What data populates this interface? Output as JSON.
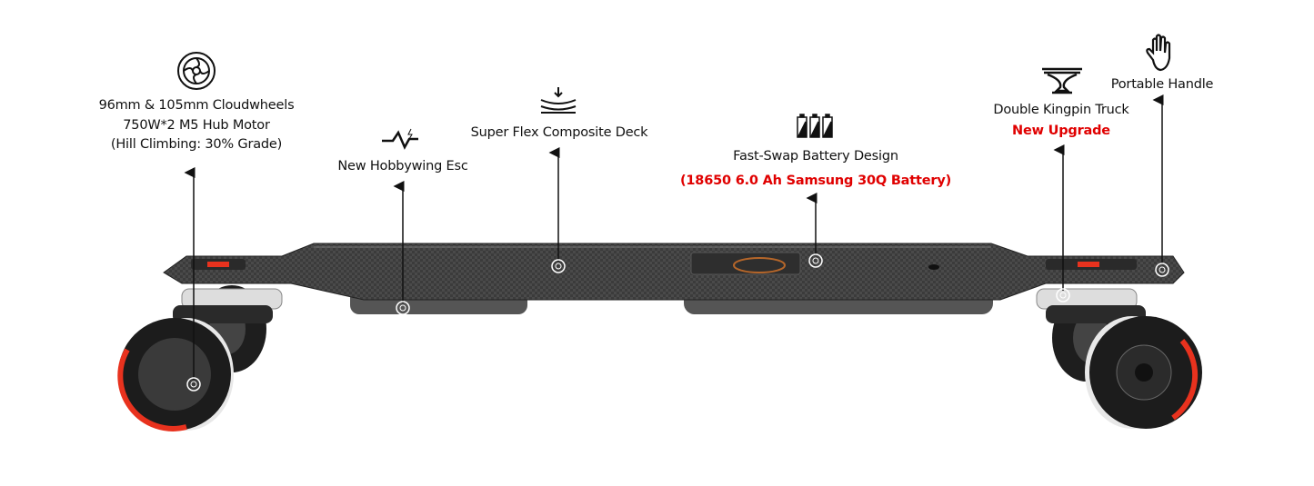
{
  "features": {
    "wheels": {
      "icon": "wheel-icon",
      "lines": [
        "96mm & 105mm Cloudwheels",
        "750W*2 M5 Hub Motor",
        "(Hill Climbing: 30% Grade)"
      ]
    },
    "esc": {
      "icon": "heartbeat-bolt-icon",
      "label": "New Hobbywing Esc"
    },
    "deck": {
      "icon": "flex-deck-icon",
      "label": "Super Flex Composite Deck"
    },
    "battery": {
      "icon": "battery-icon",
      "label": "Fast-Swap Battery Design",
      "highlight": "(18650 6.0 Ah Samsung 30Q Battery)"
    },
    "truck": {
      "icon": "truck-icon",
      "label": "Double Kingpin Truck",
      "highlight": "New Upgrade"
    },
    "handle": {
      "icon": "hand-icon",
      "label": "Portable Handle"
    }
  },
  "colors": {
    "highlight": "#e00000",
    "accent_wheel": "#e8321e",
    "deck": "#3a3a3a"
  }
}
